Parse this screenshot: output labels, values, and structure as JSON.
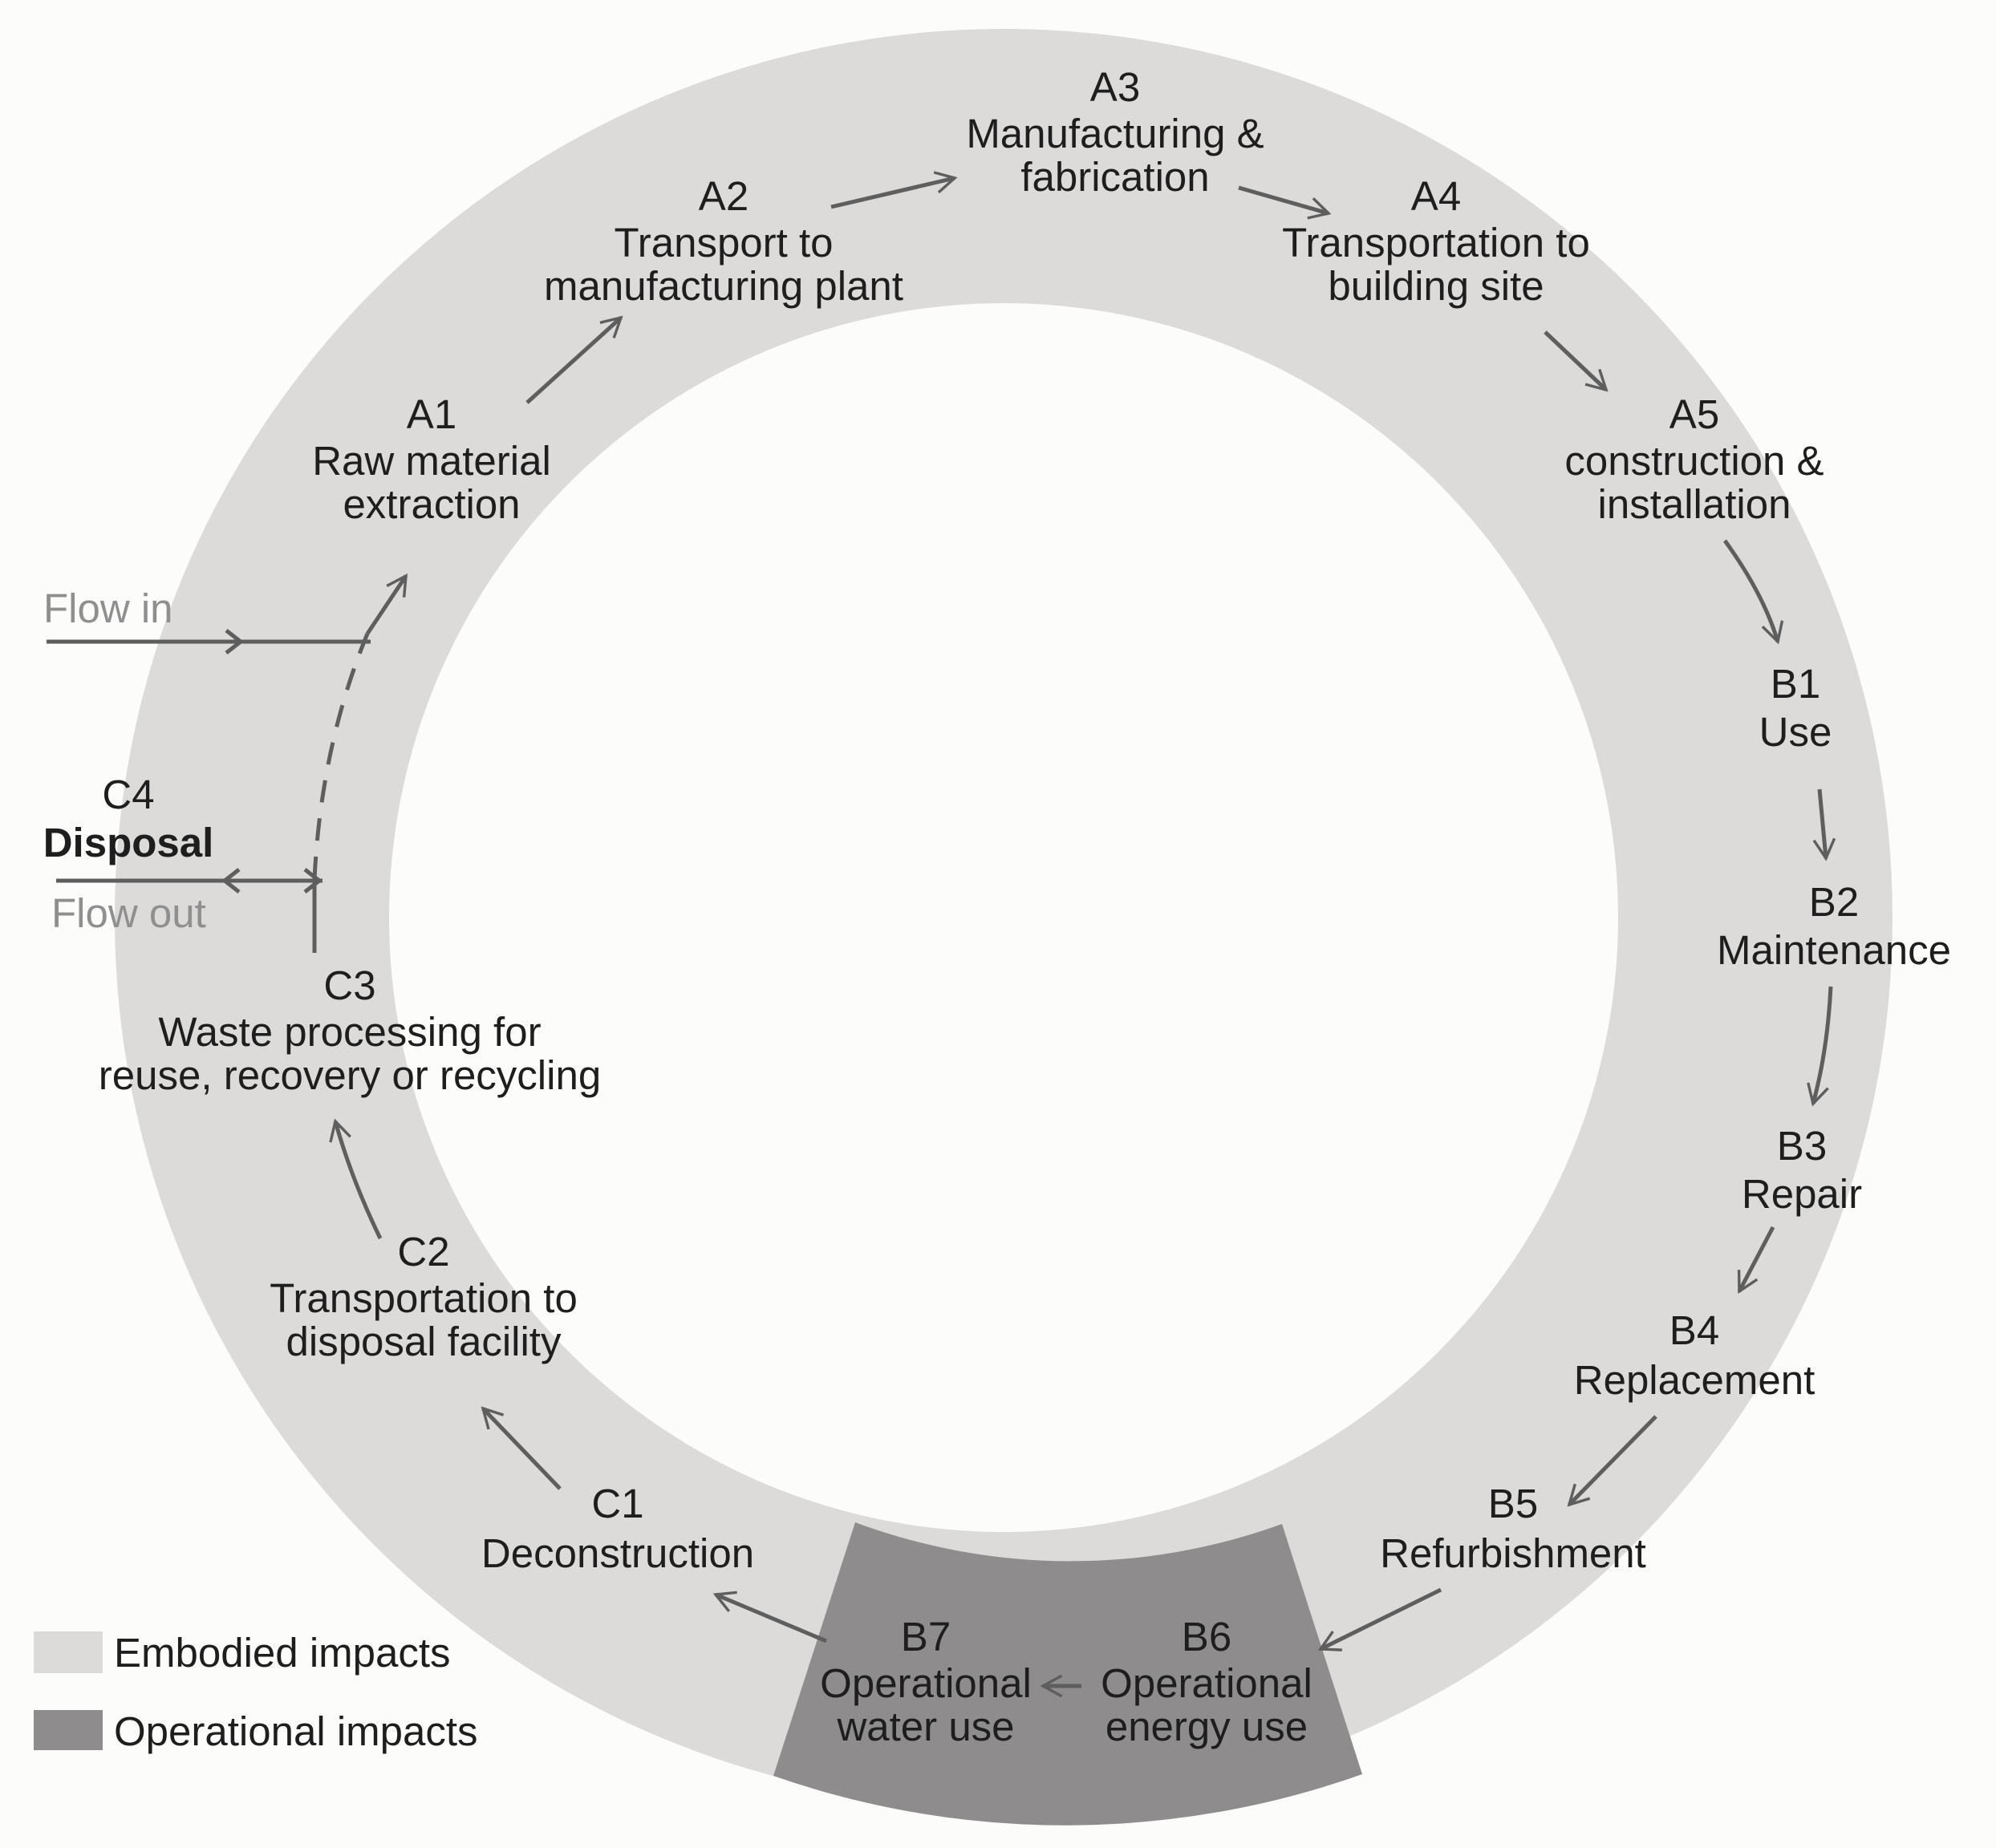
{
  "stages": {
    "a1": {
      "code": "A1",
      "line1": "Raw material",
      "line2": "extraction"
    },
    "a2": {
      "code": "A2",
      "line1": "Transport to",
      "line2": "manufacturing plant"
    },
    "a3": {
      "code": "A3",
      "line1": "Manufacturing &",
      "line2": "fabrication"
    },
    "a4": {
      "code": "A4",
      "line1": "Transportation to",
      "line2": "building site"
    },
    "a5": {
      "code": "A5",
      "line1": "construction &",
      "line2": "installation"
    },
    "b1": {
      "code": "B1",
      "line1": "Use"
    },
    "b2": {
      "code": "B2",
      "line1": "Maintenance"
    },
    "b3": {
      "code": "B3",
      "line1": "Repair"
    },
    "b4": {
      "code": "B4",
      "line1": "Replacement"
    },
    "b5": {
      "code": "B5",
      "line1": "Refurbishment"
    },
    "b6": {
      "code": "B6",
      "line1": "Operational",
      "line2": "energy use"
    },
    "b7": {
      "code": "B7",
      "line1": "Operational",
      "line2": "water use"
    },
    "c1": {
      "code": "C1",
      "line1": "Deconstruction"
    },
    "c2": {
      "code": "C2",
      "line1": "Transportation to",
      "line2": "disposal facility"
    },
    "c3": {
      "code": "C3",
      "line1": "Waste processing for",
      "line2": "reuse, recovery or recycling"
    },
    "c4": {
      "code": "C4",
      "line1": "Disposal"
    }
  },
  "flows": {
    "in": "Flow in",
    "out": "Flow out"
  },
  "legend": {
    "embodied": {
      "label": "Embodied impacts",
      "color": "#dcdbd9"
    },
    "operational": {
      "label": "Operational impacts",
      "color": "#8e8c8c"
    }
  },
  "colors": {
    "ring": "#dcdbd9",
    "operational_segment": "#8e8c8c",
    "background": "#fcfcfb",
    "arrow": "#5e5e5e"
  }
}
